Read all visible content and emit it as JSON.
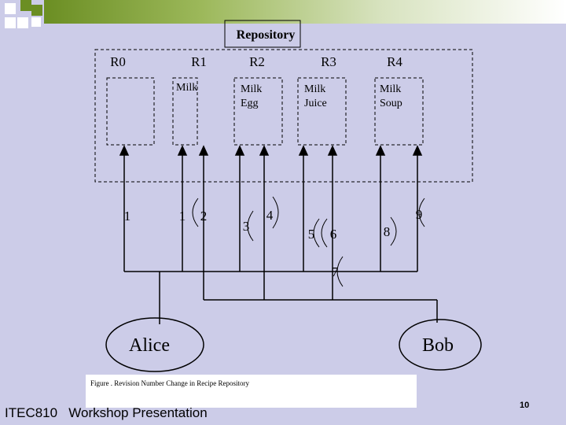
{
  "diagram": {
    "title": "Repository",
    "repositories": [
      {
        "label": "R0",
        "items": []
      },
      {
        "label": "R1",
        "items": [
          "Milk"
        ]
      },
      {
        "label": "R2",
        "items": [
          "Milk",
          "Egg"
        ]
      },
      {
        "label": "R3",
        "items": [
          "Milk",
          "Juice"
        ]
      },
      {
        "label": "R4",
        "items": [
          "Milk",
          "Soup"
        ]
      }
    ],
    "revision_numbers": [
      "1",
      "1",
      "2",
      "3",
      "4",
      "5",
      "6",
      "7",
      "8",
      "9"
    ],
    "users": [
      {
        "name": "Alice"
      },
      {
        "name": "Bob"
      }
    ]
  },
  "caption": "Figure . Revision Number Change in Recipe Repository",
  "footer": {
    "course": "ITEC810   Workshop Presentation",
    "page_number": "10"
  },
  "colors": {
    "background": "#cccce8",
    "accent_green": "#6b8e23"
  }
}
